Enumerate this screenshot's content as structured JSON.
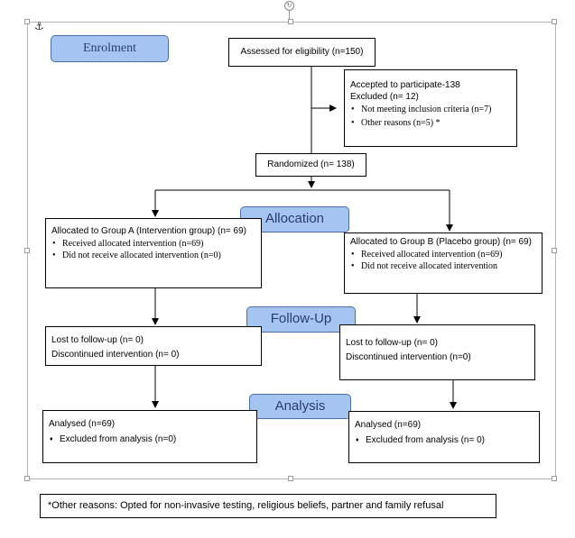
{
  "phases": {
    "enrolment": "Enrolment",
    "allocation": "Allocation",
    "follow_up": "Follow-Up",
    "analysis": "Analysis"
  },
  "assessed": "Assessed for eligibility (n=150)",
  "accepted": {
    "line1": "Accepted to participate-138",
    "line2": "Excluded (n= 12)",
    "bullets": [
      "Not meeting inclusion criteria (n=7)",
      "Other reasons (n=5) *"
    ]
  },
  "randomized": "Randomized (n= 138)",
  "group_a": {
    "alloc_title": "Allocated to Group A (Intervention group) (n= 69)",
    "alloc_bullets": [
      "Received allocated intervention (n=69)",
      "Did not receive allocated intervention (n=0)"
    ],
    "lost": "Lost to follow-up (n= 0)",
    "discontinued": "Discontinued intervention (n= 0)",
    "analysed": "Analysed (n=69)",
    "excluded": "Excluded from analysis (n=0)"
  },
  "group_b": {
    "alloc_title": "Allocated to Group B (Placebo group) (n= 69)",
    "alloc_bullets": [
      "Received allocated intervention (n=69)",
      "Did not receive allocated intervention"
    ],
    "lost": "Lost to follow-up (n= 0)",
    "discontinued": "Discontinued intervention (n=0)",
    "analysed": "Analysed (n=69)",
    "excluded": "Excluded from analysis (n= 0)"
  },
  "footnote": "*Other reasons: Opted for non-invasive testing, religious beliefs, partner and family refusal",
  "colors": {
    "phase_fill": "#a6c4f2",
    "phase_border": "#4a6fa8"
  }
}
